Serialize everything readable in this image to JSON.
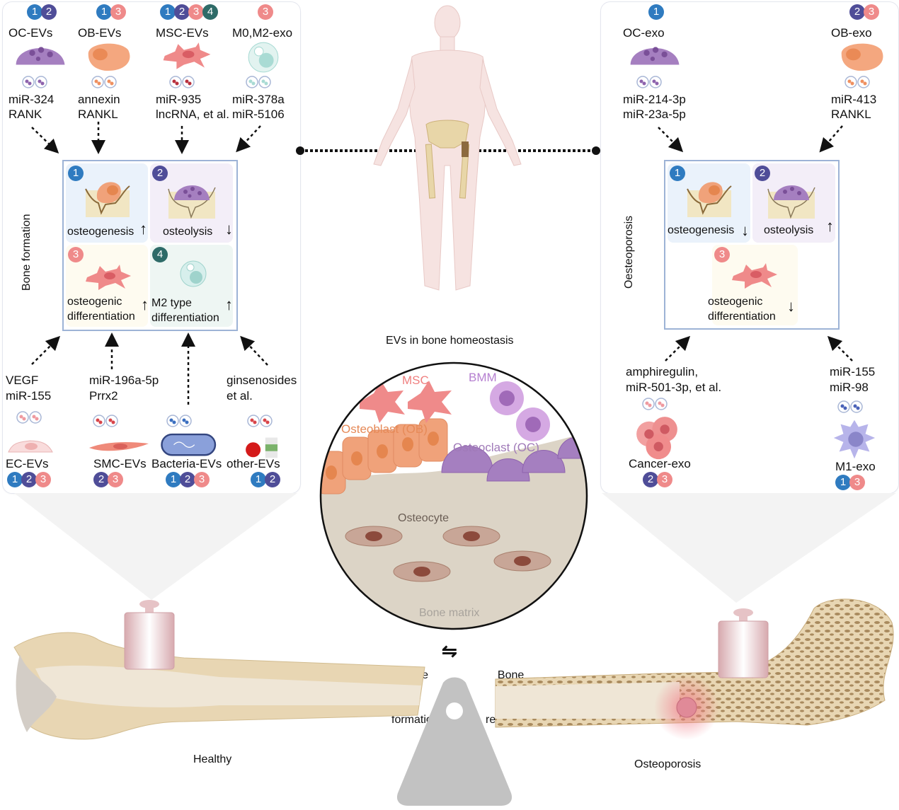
{
  "colors": {
    "badge_1": "#2f7bc0",
    "badge_2": "#4f4d98",
    "badge_3": "#ef8a8a",
    "badge_4": "#2e6b68",
    "grid_border": "#9db3d6",
    "bone": "#e8d6b3",
    "osteoblast": "#f0a27a",
    "osteoclast": "#a57fc0",
    "msc": "#e9787a",
    "bmm": "#c89ad8",
    "osteocyte_label": "#6b5e55",
    "bone_matrix_label": "#a8a39c",
    "fulcrum": "#c2c2c2"
  },
  "left_panel": {
    "side_label": "Bone formation",
    "top_sources": [
      {
        "badges": [
          "1",
          "2"
        ],
        "name": "OC-EVs",
        "cargo": [
          "miR-324",
          "RANK"
        ],
        "icon": "osteoclast-icon"
      },
      {
        "badges": [
          "1",
          "3"
        ],
        "name": "OB-EVs",
        "cargo": [
          "annexin",
          "RANKL"
        ],
        "icon": "osteoblast-icon"
      },
      {
        "badges": [
          "1",
          "2",
          "3",
          "4"
        ],
        "name": "MSC-EVs",
        "cargo": [
          "miR-935",
          "lncRNA, et al."
        ],
        "icon": "msc-icon"
      },
      {
        "badges": [
          "3"
        ],
        "name": "M0,M2-exo",
        "cargo": [
          "miR-378a",
          "miR-5106"
        ],
        "icon": "macrophage-icon"
      }
    ],
    "grid": [
      {
        "num": "1",
        "label": "osteogenesis",
        "trend": "up",
        "icon": "osteogenesis-icon"
      },
      {
        "num": "2",
        "label": "osteolysis",
        "trend": "down",
        "icon": "osteolysis-icon"
      },
      {
        "num": "3",
        "label": "osteogenic\ndifferentiation",
        "trend": "up",
        "icon": "msc-icon"
      },
      {
        "num": "4",
        "label": "M2 type\ndifferentiation",
        "trend": "up",
        "icon": "macrophage-icon"
      }
    ],
    "bottom_sources": [
      {
        "cargo": [
          "VEGF",
          "miR-155"
        ],
        "name": "EC-EVs",
        "badges": [
          "1",
          "2",
          "3"
        ],
        "icon": "endothelial-cell-icon"
      },
      {
        "cargo": [
          "miR-196a-5p",
          "Prrx2"
        ],
        "name": "SMC-EVs",
        "badges": [
          "2",
          "3"
        ],
        "icon": "smooth-muscle-cell-icon"
      },
      {
        "cargo": [],
        "name": "Bacteria-EVs",
        "badges": [
          "1",
          "2",
          "3"
        ],
        "icon": "bacteria-icon"
      },
      {
        "cargo": [
          "ginsenosides",
          "et al."
        ],
        "name": "other-EVs",
        "badges": [
          "1",
          "2"
        ],
        "icon": "apple-milk-icon"
      }
    ]
  },
  "right_panel": {
    "side_label": "Oesteoporosis",
    "top_sources": [
      {
        "badges": [
          "1"
        ],
        "name": "OC-exo",
        "cargo": [
          "miR-214-3p",
          "miR-23a-5p"
        ],
        "icon": "osteoclast-icon"
      },
      {
        "badges": [
          "2",
          "3"
        ],
        "name": "OB-exo",
        "cargo": [
          "miR-413",
          "RANKL"
        ],
        "icon": "osteoblast-icon"
      }
    ],
    "grid": [
      {
        "num": "1",
        "label": "osteogenesis",
        "trend": "down",
        "icon": "osteogenesis-icon"
      },
      {
        "num": "2",
        "label": "osteolysis",
        "trend": "up",
        "icon": "osteolysis-icon"
      },
      {
        "num": "3",
        "label": "osteogenic\ndifferentiation",
        "trend": "down",
        "icon": "msc-icon"
      }
    ],
    "bottom_sources": [
      {
        "cargo": [
          "amphiregulin,",
          "miR-501-3p, et al."
        ],
        "name": "Cancer-exo",
        "badges": [
          "2",
          "3"
        ],
        "icon": "cancer-cells-icon"
      },
      {
        "cargo": [
          "miR-155",
          "miR-98"
        ],
        "name": "M1-exo",
        "badges": [
          "1",
          "3"
        ],
        "icon": "m1-macrophage-icon"
      }
    ]
  },
  "center": {
    "title": "EVs in bone  homeostasis",
    "circle_labels": {
      "msc": "MSC",
      "bmm": "BMM",
      "osteoblast": "Osteoblast (OB)",
      "osteoclast": "Osteoclast (OC)",
      "osteocyte": "Osteocyte",
      "matrix": "Bone matrix"
    },
    "balance_left": [
      "Bone",
      "formation"
    ],
    "balance_right": [
      "Bone",
      "resorption"
    ],
    "balance_symbol": "⇋"
  },
  "bottom": {
    "healthy_label": "Healthy",
    "osteoporosis_label": "Osteoporosis"
  },
  "arrows": {
    "up": "↑",
    "down": "↓"
  }
}
